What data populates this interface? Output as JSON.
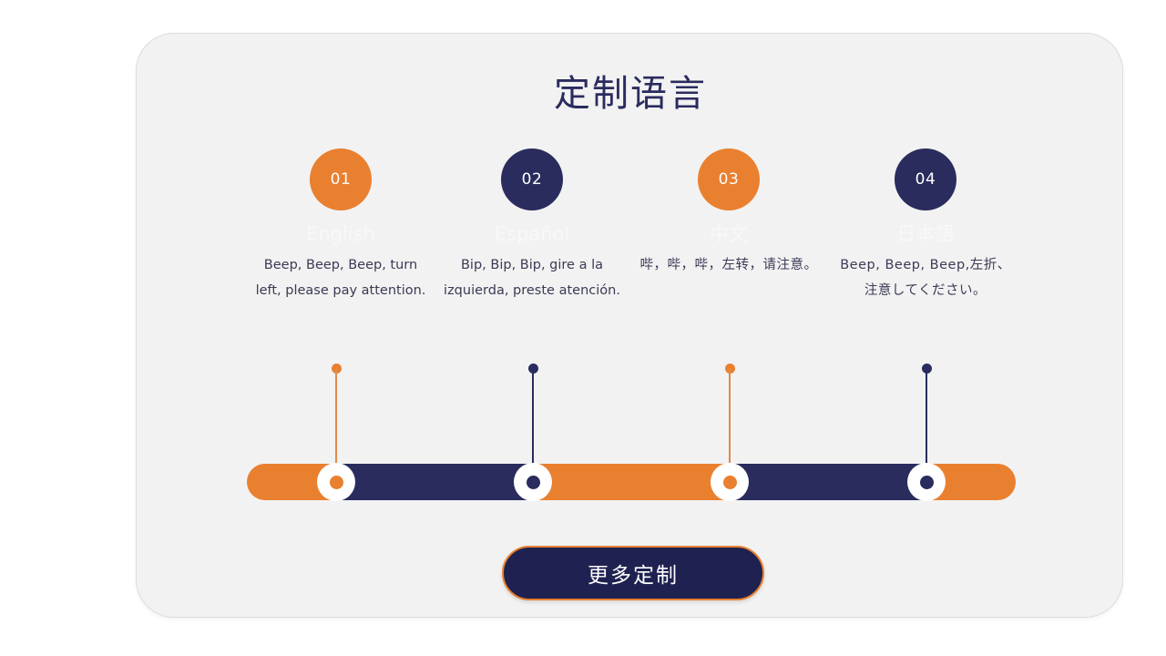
{
  "slide": {
    "title": "定制语言",
    "background_color": "#ffffff",
    "card_color": "#f2f2f2"
  },
  "palette": {
    "orange": "#e98030",
    "navy": "#2a2c5e",
    "text": "#3a3a55",
    "faded_label": "#f8f8f8"
  },
  "steps": [
    {
      "number": "01",
      "color": "orange",
      "language": "English",
      "phrase": "Beep, Beep, Beep, turn left, please pay attention."
    },
    {
      "number": "02",
      "color": "navy",
      "language": "Español",
      "phrase": "Bip, Bip, Bip, gire a la izquierda, preste atención."
    },
    {
      "number": "03",
      "color": "orange",
      "language": "中文",
      "phrase": "哔，哔，哔，左转，请注意。"
    },
    {
      "number": "04",
      "color": "navy",
      "language": "日本語",
      "phrase": "Beep, Beep, Beep,左折、注意してください。"
    }
  ],
  "timeline": {
    "segments": [
      "orange",
      "navy",
      "orange",
      "navy",
      "orange"
    ],
    "markers": [
      "orange",
      "navy",
      "orange",
      "navy"
    ]
  },
  "cta": {
    "label": "更多定制"
  }
}
